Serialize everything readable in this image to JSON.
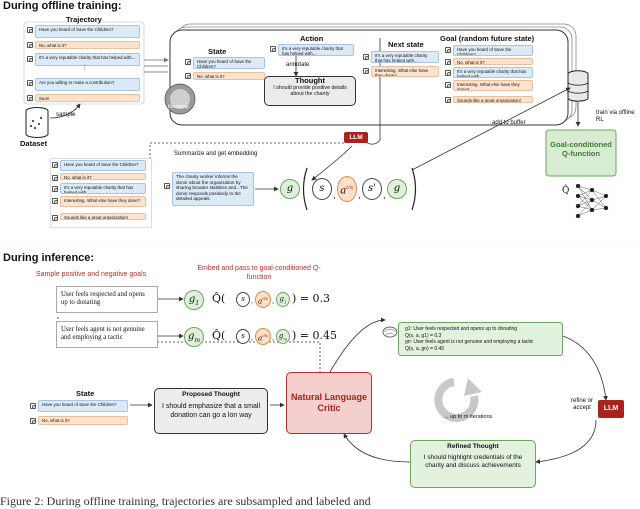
{
  "sections": {
    "training": "During offline training:",
    "inference": "During inference:"
  },
  "training": {
    "trajectory_title": "Trajectory",
    "trajectory": [
      {
        "speaker": "agent",
        "text": "Have you heard of Save the Children?"
      },
      {
        "speaker": "user",
        "text": "No, what is it?"
      },
      {
        "speaker": "agent",
        "text": "It's a very reputable charity that has helped with..."
      },
      {
        "speaker": "agent",
        "text": "Are you willing to make a contribution?"
      },
      {
        "speaker": "user",
        "text": "Sure!"
      }
    ],
    "sample_label": "sample",
    "dataset_label": "Dataset",
    "state_title": "State",
    "state": [
      {
        "speaker": "agent",
        "text": "Have you heard of Save the Children?"
      },
      {
        "speaker": "user",
        "text": "No, what is it?"
      }
    ],
    "timestep_label": "timestep",
    "action_title": "Action",
    "action": [
      {
        "speaker": "agent",
        "text": "It's a very reputable charity that has helped with..."
      }
    ],
    "annotate_label": "annotate",
    "thought_title": "Thought",
    "thought_text": "I should provide positive details about the charity",
    "next_state_title": "Next state",
    "next_state": [
      {
        "speaker": "agent",
        "text": "It's a very reputable charity that has helped with..."
      },
      {
        "speaker": "user",
        "text": "Interesting. What else have they done?"
      }
    ],
    "goal_title": "Goal (random future state)",
    "goal": [
      {
        "speaker": "agent",
        "text": "Have you heard of Save the Children?"
      },
      {
        "speaker": "user",
        "text": "No, what is it?"
      },
      {
        "speaker": "agent",
        "text": "It's a very reputable charity that has helped with..."
      },
      {
        "speaker": "user",
        "text": "Interesting. What else have they done?"
      },
      {
        "speaker": "user",
        "text": "Sounds like a great organization!"
      }
    ],
    "summarize_label": "Summarize and get embedding",
    "lower_goal": [
      {
        "speaker": "agent",
        "text": "Have you heard of Save the Children?"
      },
      {
        "speaker": "user",
        "text": "No, what is it?"
      },
      {
        "speaker": "agent",
        "text": "It's a very reputable charity that has helped with..."
      },
      {
        "speaker": "user",
        "text": "Interesting. What else have they done?"
      },
      {
        "speaker": "user",
        "text": "Sounds like a great organization!"
      }
    ],
    "summary_text": "The charity worker informs the donor about the organization by sharing broader statistics and...The donor responds positively to the detailed appeals.",
    "llm_label": "LLM",
    "add_buffer_label": "add to buffer",
    "tuple": [
      "s",
      "a",
      "s'",
      "g"
    ],
    "tuple_a_sup": "thk",
    "train_label": "train via offline RL",
    "qfunc_label": "Goal-conditioned Q-function",
    "qhat": "Q̂"
  },
  "inference": {
    "sample_label": "Sample positive and negative goals",
    "embed_label": "Embed and pass to goal-conditioned Q-function",
    "goals": [
      {
        "text": "User feels respected and opens up to donating",
        "symbol": "g",
        "sub": "1",
        "value": "= 0.3"
      },
      {
        "text": "User feels agent is not genuine and employing a tactic",
        "symbol": "g",
        "sub": "m",
        "value": "= 0.45"
      }
    ],
    "q_symbol": "Q̂",
    "state_title": "State",
    "state": [
      {
        "speaker": "agent",
        "text": "Have you heard of Save the Children?"
      },
      {
        "speaker": "user",
        "text": "No, what is it?"
      }
    ],
    "proposed_title": "Proposed Thought",
    "proposed_text": "I should emphasize that a small donation can go a lon way",
    "critic_label": "Natural Language Critic",
    "critic_output": [
      "g1: User feels respected and opens up to donating",
      "Q(s, a, g1) = 0.3",
      "gn: User feels agent is not genuine and employing a tactic",
      "Q(s, a, gn) = 0.45"
    ],
    "iterations_label": "... up to m iterations",
    "refine_label": "refine or accept",
    "llm_label": "LLM",
    "refined_title": "Refined Thought",
    "refined_text": "I should highlight credentials of the charity and discuss achievements"
  },
  "caption": "Figure 2:  During offline training, trajectories are subsampled and labeled and"
}
